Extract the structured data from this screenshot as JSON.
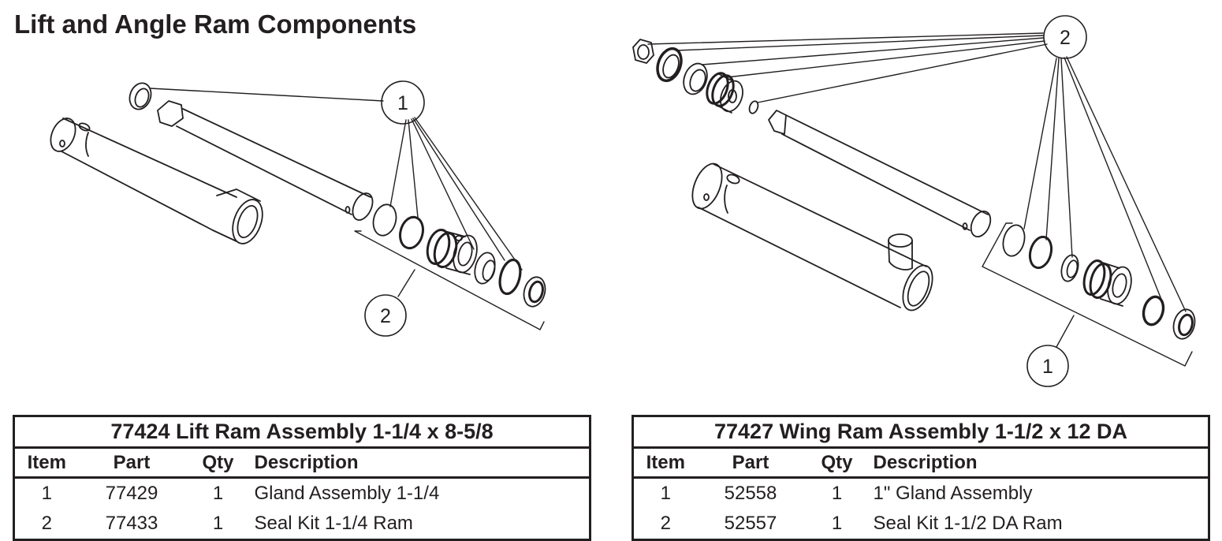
{
  "page": {
    "title": "Lift and Angle Ram Components"
  },
  "callouts": {
    "left_top": "1",
    "left_bottom": "2",
    "right_top": "2",
    "right_bottom": "1"
  },
  "tables": [
    {
      "title": "77424  Lift Ram Assembly 1-1/4 x 8-5/8",
      "columns": [
        "Item",
        "Part",
        "Qty",
        "Description"
      ],
      "rows": [
        {
          "item": "1",
          "part": "77429",
          "qty": "1",
          "description": "Gland Assembly 1-1/4"
        },
        {
          "item": "2",
          "part": "77433",
          "qty": "1",
          "description": "Seal Kit 1-1/4 Ram"
        }
      ]
    },
    {
      "title": "77427  Wing Ram Assembly 1-1/2 x 12 DA",
      "columns": [
        "Item",
        "Part",
        "Qty",
        "Description"
      ],
      "rows": [
        {
          "item": "1",
          "part": "52558",
          "qty": "1",
          "description": "1\" Gland Assembly"
        },
        {
          "item": "2",
          "part": "52557",
          "qty": "1",
          "description": "Seal Kit 1-1/2 DA Ram"
        }
      ]
    }
  ]
}
